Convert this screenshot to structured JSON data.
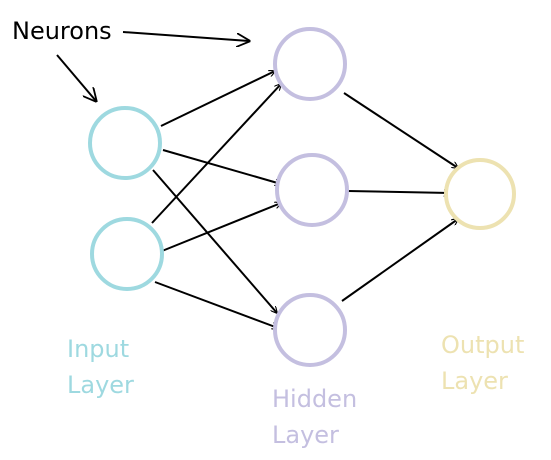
{
  "annotation": {
    "text": "Neurons",
    "color": "#000000"
  },
  "layers": {
    "input": {
      "label_line1": "Input",
      "label_line2": "Layer",
      "color": "#9ed9e0"
    },
    "hidden": {
      "label_line1": "Hidden",
      "label_line2": "Layer",
      "color": "#c4bfe0"
    },
    "output": {
      "label_line1": "Output",
      "label_line2": "Layer",
      "color": "#ede2b1"
    }
  },
  "edge_color": "#000000"
}
